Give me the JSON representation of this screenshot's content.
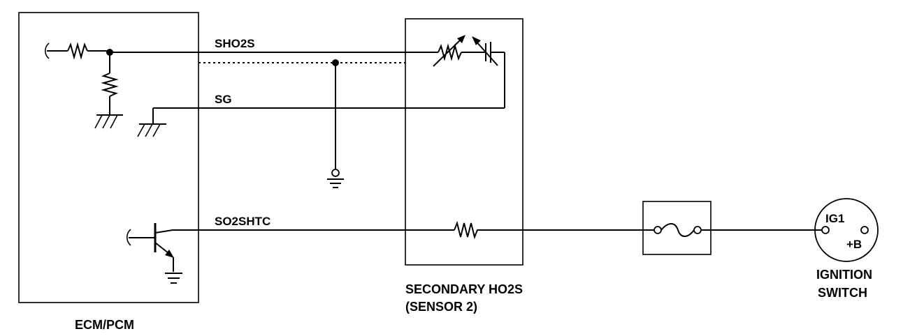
{
  "diagram": {
    "components": {
      "ecm": {
        "label": "ECM/PCM"
      },
      "sensor": {
        "label_line1": "SECONDARY HO2S",
        "label_line2": "(SENSOR 2)"
      },
      "ignition": {
        "label_line1": "IGNITION",
        "label_line2": "SWITCH",
        "terminal_ig1": "IG1",
        "terminal_b": "+B"
      }
    },
    "wires": {
      "sho2s": "SHO2S",
      "sg": "SG",
      "so2shtc": "SO2SHTC"
    }
  }
}
